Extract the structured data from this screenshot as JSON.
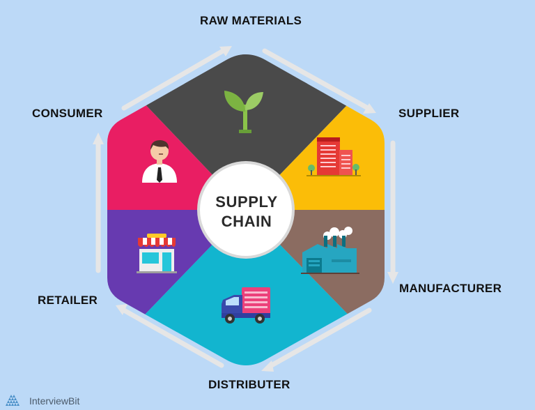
{
  "diagram": {
    "center_label_line1": "SUPPLY",
    "center_label_line2": "CHAIN",
    "stages": [
      {
        "key": "raw_materials",
        "label": "RAW MATERIALS",
        "color": "#4a4a4a",
        "icon": "plant-icon"
      },
      {
        "key": "supplier",
        "label": "SUPPLIER",
        "color": "#fbbd08",
        "icon": "building-icon"
      },
      {
        "key": "manufacturer",
        "label": "MANUFACTURER",
        "color": "#8b6c61",
        "icon": "factory-icon"
      },
      {
        "key": "distributer",
        "label": "DISTRIBUTER",
        "color": "#12b5cf",
        "icon": "truck-icon"
      },
      {
        "key": "retailer",
        "label": "RETAILER",
        "color": "#673ab0",
        "icon": "shop-icon"
      },
      {
        "key": "consumer",
        "label": "CONSUMER",
        "color": "#e91e63",
        "icon": "person-icon"
      }
    ]
  },
  "brand": {
    "name": "InterviewBit",
    "icon": "interviewbit-logo-icon"
  },
  "colors": {
    "background": "#bcd9f7",
    "arrow": "#e5e5e5",
    "center_circle": "#ffffff"
  }
}
